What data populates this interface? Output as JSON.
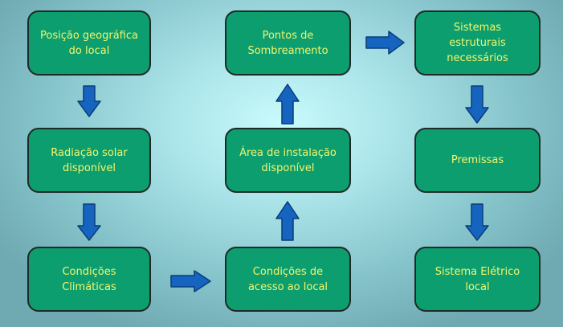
{
  "diagram": {
    "nodes": [
      {
        "id": "posicao",
        "label": "Posição geográfica\ndo local"
      },
      {
        "id": "radiacao",
        "label": "Radiação solar\ndisponível"
      },
      {
        "id": "condicoes_climaticas",
        "label": "Condições\nClimáticas"
      },
      {
        "id": "condicoes_acesso",
        "label": "Condições de\nacesso ao local"
      },
      {
        "id": "area",
        "label": "Área de instalação\ndisponível"
      },
      {
        "id": "pontos",
        "label": "Pontos de\nSombreamento"
      },
      {
        "id": "sistemas",
        "label": "Sistemas\nestruturais\nnecessários"
      },
      {
        "id": "premissas",
        "label": "Premissas"
      },
      {
        "id": "eletrico",
        "label": "Sistema Elétrico\nlocal"
      }
    ],
    "edges": [
      {
        "from": "posicao",
        "to": "radiacao"
      },
      {
        "from": "radiacao",
        "to": "condicoes_climaticas"
      },
      {
        "from": "condicoes_climaticas",
        "to": "condicoes_acesso"
      },
      {
        "from": "condicoes_acesso",
        "to": "area"
      },
      {
        "from": "area",
        "to": "pontos"
      },
      {
        "from": "pontos",
        "to": "sistemas"
      },
      {
        "from": "sistemas",
        "to": "premissas"
      },
      {
        "from": "premissas",
        "to": "eletrico"
      }
    ],
    "colors": {
      "node_fill": "#0d9e70",
      "node_border": "#1f2a27",
      "node_text": "#f3f56a",
      "arrow_fill": "#1565c0",
      "arrow_stroke": "#0b3d7a"
    }
  }
}
